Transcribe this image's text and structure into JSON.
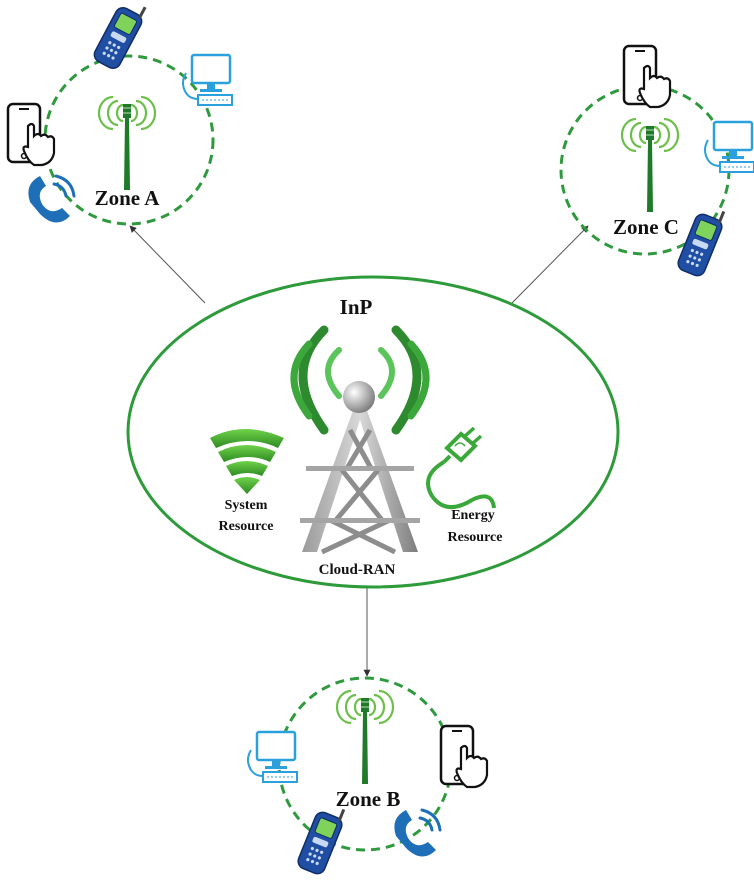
{
  "diagram": {
    "center": {
      "title": "InP",
      "tower_label": "Cloud-RAN",
      "system_resource": [
        "System",
        "Resource"
      ],
      "energy_resource": [
        "Energy",
        "Resource"
      ]
    },
    "zones": {
      "a": {
        "label": "Zone A"
      },
      "b": {
        "label": "Zone B"
      },
      "c": {
        "label": "Zone C"
      }
    },
    "colors": {
      "green": "#2e9b3a",
      "dashed_green": "#2f9a3d",
      "computer_blue": "#2aa1dd",
      "phone_blue": "#1e6fb8",
      "tower_gray": "#8a8a8a",
      "arrow": "#555555"
    }
  }
}
